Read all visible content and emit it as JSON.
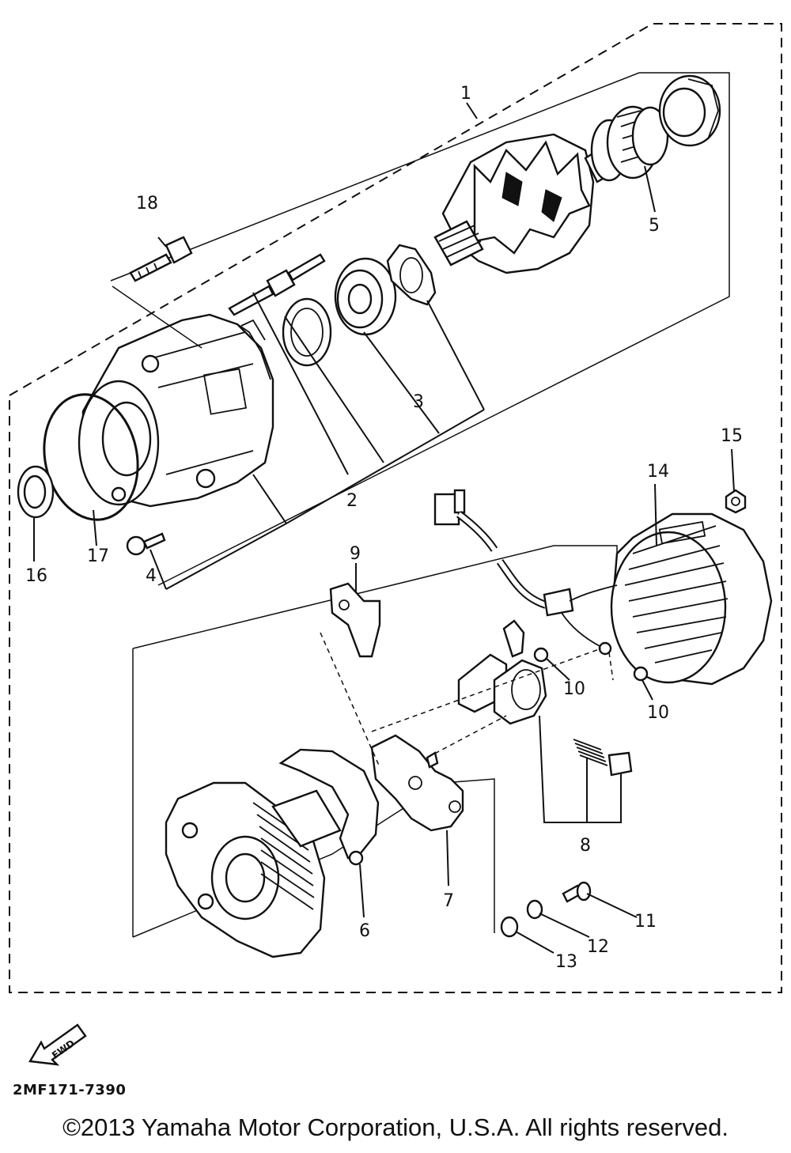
{
  "callouts": [
    "1",
    "2",
    "3",
    "4",
    "5",
    "6",
    "7",
    "8",
    "9",
    "10",
    "10",
    "11",
    "12",
    "13",
    "14",
    "15",
    "16",
    "17",
    "18"
  ],
  "fwd_label": "FWD",
  "diagram_code": "2MF171-7390",
  "copyright": "©2013 Yamaha Motor Corporation, U.S.A. All rights reserved."
}
